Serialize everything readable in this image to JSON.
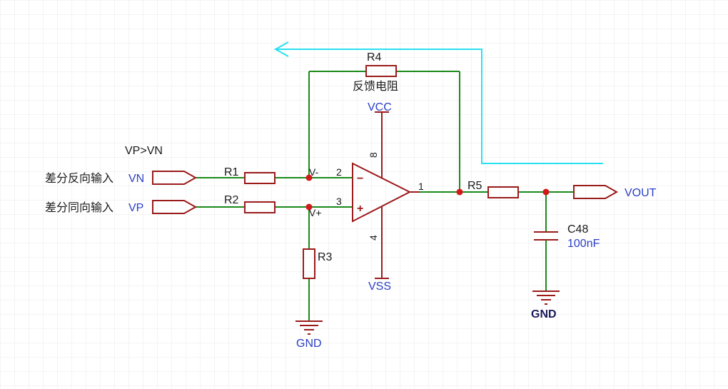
{
  "colors": {
    "wire": "#1a8a1a",
    "component": "#9b1b1b",
    "label": "#1a1a1a",
    "net_label": "#2a3fc7",
    "junction": "#d11a1a",
    "highlight": "#29e0f0",
    "grid": "#e6e6e6"
  },
  "condition_note": "VP>VN",
  "inputs": {
    "inverting": {
      "desc": "差分反向输入",
      "net": "VN"
    },
    "noninverting": {
      "desc": "差分同向输入",
      "net": "VP"
    }
  },
  "output": {
    "net": "VOUT"
  },
  "opamp": {
    "pins": {
      "inv": "2",
      "noninv": "3",
      "out": "1",
      "vcc": "8",
      "vss": "4"
    },
    "minus_sign": "−",
    "plus_sign": "+",
    "node_minus": "V-",
    "node_plus": "V+"
  },
  "supplies": {
    "positive": "VCC",
    "negative": "VSS"
  },
  "resistors": {
    "r1": "R1",
    "r2": "R2",
    "r3": "R3",
    "r4": {
      "ref": "R4",
      "desc": "反馈电阻"
    },
    "r5": "R5"
  },
  "capacitor": {
    "ref": "C48",
    "value": "100nF"
  },
  "grounds": {
    "left": "GND",
    "right": "GND"
  }
}
